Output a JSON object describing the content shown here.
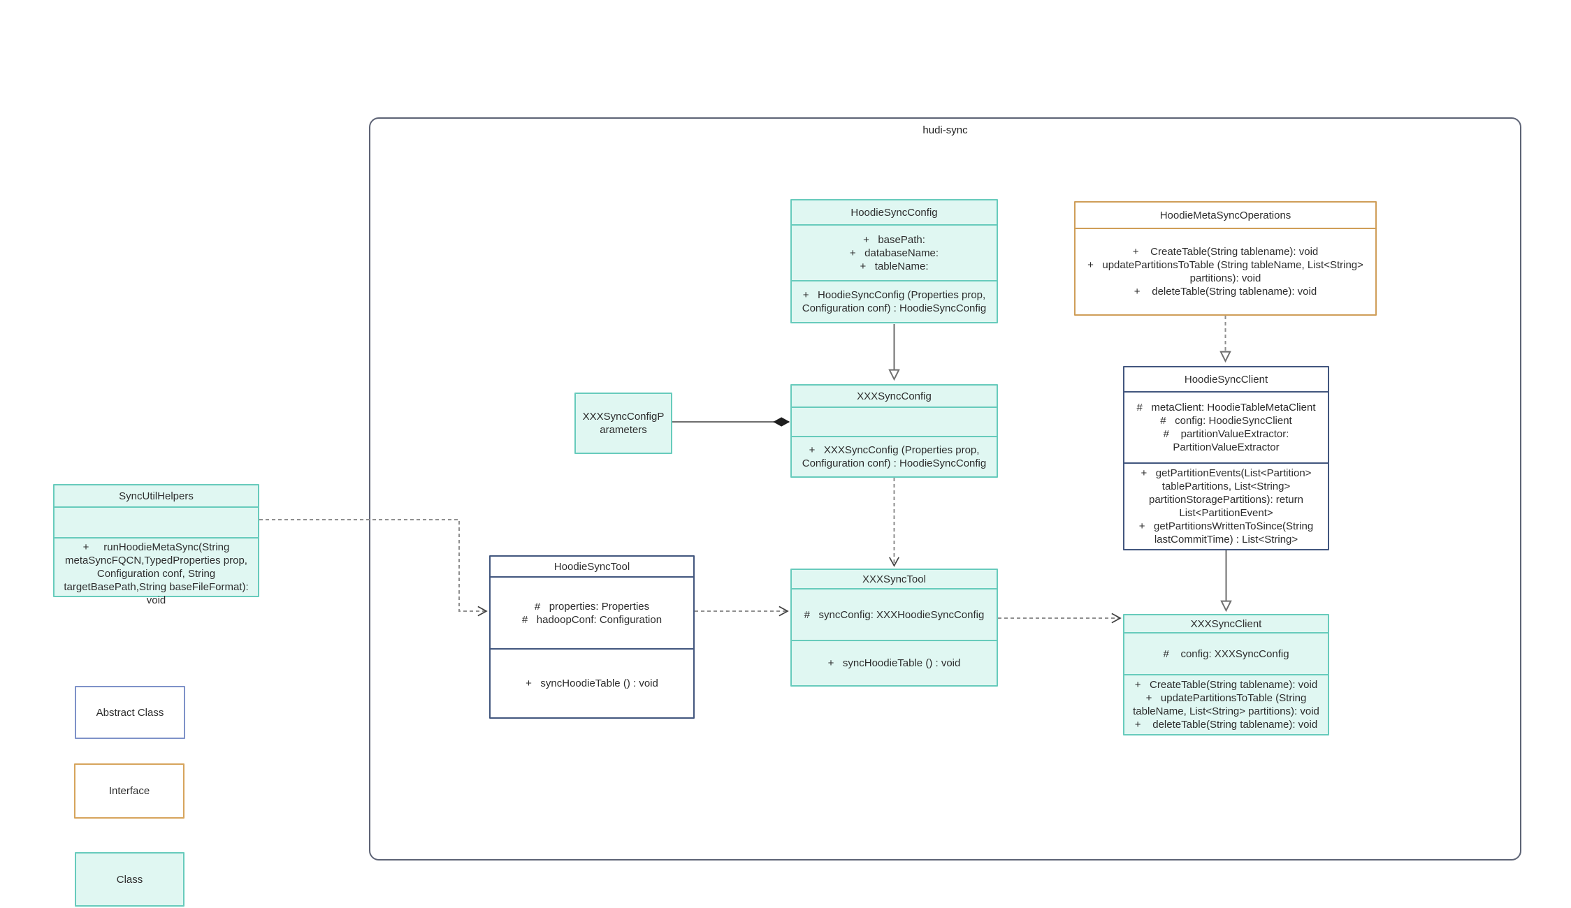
{
  "diagram": {
    "container_label": "hudi-sync",
    "boxes": {
      "hoodie_sync_config": {
        "title": "HoodieSyncConfig",
        "attrs": [
          "+   basePath:",
          "+   databaseName:",
          "+   tableName:"
        ],
        "methods": [
          "+   HoodieSyncConfig (Properties prop, Configuration conf) : HoodieSyncConfig"
        ]
      },
      "hoodie_meta_sync_operations": {
        "title": "HoodieMetaSyncOperations",
        "methods": [
          "+    CreateTable(String tablename): void",
          "+   updatePartitionsToTable (String tableName, List<String> partitions): void",
          "+    deleteTable(String tablename): void"
        ]
      },
      "xxx_sync_config_parameters": {
        "title": "XXXSyncConfigParameters"
      },
      "xxx_sync_config": {
        "title": "XXXSyncConfig",
        "methods": [
          "+   XXXSyncConfig (Properties prop, Configuration conf) : HoodieSyncConfig"
        ]
      },
      "hoodie_sync_client": {
        "title": "HoodieSyncClient",
        "attrs": [
          "#   metaClient: HoodieTableMetaClient",
          "#   config: HoodieSyncClient",
          "#    partitionValueExtractor: PartitionValueExtractor"
        ],
        "methods": [
          "+   getPartitionEvents(List<Partition> tablePartitions, List<String> partitionStoragePartitions): return List<PartitionEvent>",
          "+   getPartitionsWrittenToSince(String lastCommitTime) : List<String>"
        ]
      },
      "sync_util_helpers": {
        "title": "SyncUtilHelpers",
        "methods": [
          "+     runHoodieMetaSync(String metaSyncFQCN,TypedProperties prop, Configuration conf, String targetBasePath,String baseFileFormat): void"
        ]
      },
      "hoodie_sync_tool": {
        "title": "HoodieSyncTool",
        "attrs": [
          "#   properties: Properties",
          "#   hadoopConf: Configuration"
        ],
        "methods": [
          "+   syncHoodieTable () : void"
        ]
      },
      "xxx_sync_tool": {
        "title": "XXXSyncTool",
        "attrs": [
          "#   syncConfig: XXXHoodieSyncConfig"
        ],
        "methods": [
          "+   syncHoodieTable () : void"
        ]
      },
      "xxx_sync_client": {
        "title": "XXXSyncClient",
        "attrs": [
          "#    config: XXXSyncConfig"
        ],
        "methods": [
          "+   CreateTable(String tablename): void",
          "+   updatePartitionsToTable (String tableName, List<String> partitions): void",
          "+    deleteTable(String tablename): void"
        ]
      }
    },
    "legend": {
      "abstract_label": "Abstract Class",
      "interface_label": "Interface",
      "class_label": "Class"
    },
    "edge_types": {
      "inheritance": "solid line, hollow triangle",
      "realization": "dashed line, hollow triangle",
      "dependency": "dashed line, open arrow",
      "composition": "solid line, filled diamond"
    },
    "colors": {
      "class_fill": "#e0f7f2",
      "class_border": "#67cbbc",
      "abstract_border": "#42567e",
      "legend_abstract_border": "#7e92c8",
      "interface_border": "#cf9e58",
      "container_border": "#5d6375",
      "solid_edge": "#6e6e6e",
      "dashed_edge": "#8f8f8f"
    }
  }
}
